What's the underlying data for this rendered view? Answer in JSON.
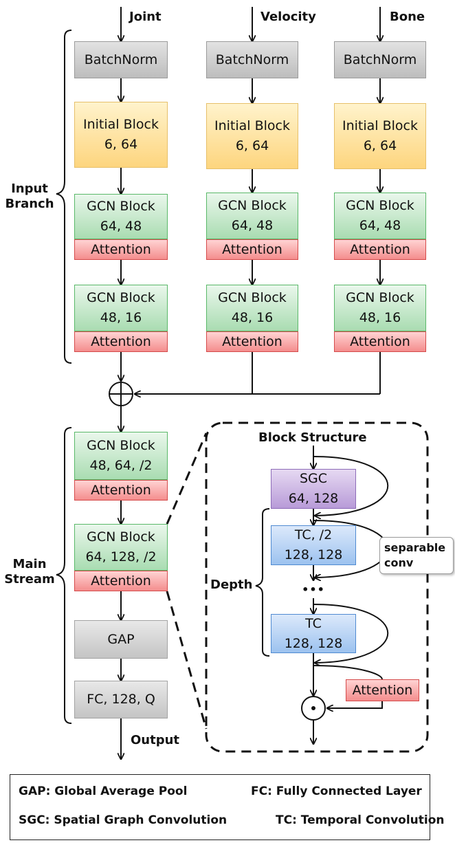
{
  "inputs": [
    "Joint",
    "Velocity",
    "Bone"
  ],
  "section_labels": {
    "input_branch": [
      "Input",
      "Branch"
    ],
    "main_stream": [
      "Main",
      "Stream"
    ],
    "depth": "Depth",
    "block_structure": "Block Structure",
    "output": "Output"
  },
  "branch_blocks": {
    "batchnorm": "BatchNorm",
    "initial": [
      "Initial Block",
      "6, 64"
    ],
    "gcn1": [
      "GCN Block",
      "64, 48"
    ],
    "gcn2": [
      "GCN Block",
      "48, 16"
    ],
    "attention": "Attention"
  },
  "main_blocks": {
    "gcn1": [
      "GCN Block",
      "48, 64, /2"
    ],
    "gcn2": [
      "GCN Block",
      "64, 128, /2"
    ],
    "attention": "Attention",
    "gap": "GAP",
    "fc": "FC, 128, Q"
  },
  "block_structure": {
    "sgc": [
      "SGC",
      "64, 128"
    ],
    "tc1": [
      "TC, /2",
      "128, 128"
    ],
    "tc2": [
      "TC",
      "128, 128"
    ],
    "ellipsis": "•••",
    "attention": "Attention",
    "note": [
      "separable",
      "conv"
    ]
  },
  "legend": {
    "gap": "GAP: Global Average Pool",
    "fc": "FC: Fully Connected Layer",
    "sgc": "SGC: Spatial Graph Convolution",
    "tc": "TC: Temporal Convolution"
  }
}
